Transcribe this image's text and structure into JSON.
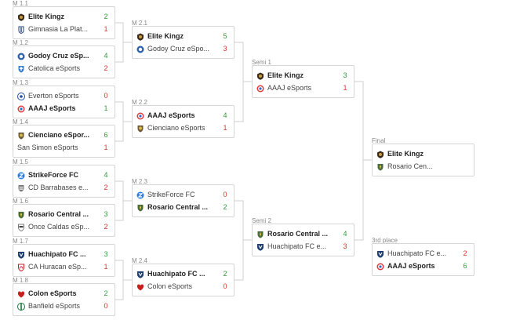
{
  "colors": {
    "win": "#2e9d3a",
    "loss": "#d9342b",
    "line": "#cfcfcf",
    "border": "#d6d6d6"
  },
  "matches": {
    "m11": {
      "label": "M 1.1",
      "teams": [
        {
          "name": "Elite Kingz",
          "score": "2",
          "icon": "lion-crest-icon"
        },
        {
          "name": "Gimnasia La Plat...",
          "score": "1",
          "icon": "gimnasia-icon"
        }
      ]
    },
    "m12": {
      "label": "M 1.2",
      "teams": [
        {
          "name": "Godoy Cruz eSp...",
          "score": "4",
          "icon": "godoy-cruz-icon"
        },
        {
          "name": "Catolica eSports",
          "score": "2",
          "icon": "catolica-icon"
        }
      ]
    },
    "m13": {
      "label": "M 1.3",
      "teams": [
        {
          "name": "Everton eSports",
          "score": "0",
          "icon": "everton-icon"
        },
        {
          "name": "AAAJ eSports",
          "score": "1",
          "icon": "aaaj-icon"
        }
      ]
    },
    "m14": {
      "label": "M 1.4",
      "teams": [
        {
          "name": "Cienciano eSpor...",
          "score": "6",
          "icon": "cienciano-icon"
        },
        {
          "name": "San Simon eSports",
          "score": "1",
          "icon": ""
        }
      ]
    },
    "m15": {
      "label": "M 1.5",
      "teams": [
        {
          "name": "StrikeForce FC",
          "score": "4",
          "icon": "strikeforce-icon"
        },
        {
          "name": "CD Barrabases e...",
          "score": "2",
          "icon": "barrabases-icon"
        }
      ]
    },
    "m16": {
      "label": "M 1.6",
      "teams": [
        {
          "name": "Rosario Central ...",
          "score": "3",
          "icon": "rosario-icon"
        },
        {
          "name": "Once Caldas eSp...",
          "score": "2",
          "icon": "once-caldas-icon"
        }
      ]
    },
    "m17": {
      "label": "M 1.7",
      "teams": [
        {
          "name": "Huachipato FC ...",
          "score": "3",
          "icon": "huachipato-icon"
        },
        {
          "name": "CA Huracan eSp...",
          "score": "1",
          "icon": "huracan-icon"
        }
      ]
    },
    "m18": {
      "label": "M 1.8",
      "teams": [
        {
          "name": "Colon eSports",
          "score": "2",
          "icon": "colon-icon"
        },
        {
          "name": "Banfield eSports",
          "score": "0",
          "icon": "banfield-icon"
        }
      ]
    },
    "m21": {
      "label": "M 2.1",
      "teams": [
        {
          "name": "Elite Kingz",
          "score": "5",
          "icon": "lion-crest-icon"
        },
        {
          "name": "Godoy Cruz eSpo...",
          "score": "3",
          "icon": "godoy-cruz-icon"
        }
      ]
    },
    "m22": {
      "label": "M 2.2",
      "teams": [
        {
          "name": "AAAJ eSports",
          "score": "4",
          "icon": "aaaj-icon"
        },
        {
          "name": "Cienciano eSports",
          "score": "1",
          "icon": "cienciano-icon"
        }
      ]
    },
    "m23": {
      "label": "M 2.3",
      "teams": [
        {
          "name": "StrikeForce FC",
          "score": "0",
          "icon": "strikeforce-icon"
        },
        {
          "name": "Rosario Central ...",
          "score": "2",
          "icon": "rosario-icon"
        }
      ]
    },
    "m24": {
      "label": "M 2.4",
      "teams": [
        {
          "name": "Huachipato FC ...",
          "score": "2",
          "icon": "huachipato-icon"
        },
        {
          "name": "Colon eSports",
          "score": "0",
          "icon": "colon-icon"
        }
      ]
    },
    "semi1": {
      "label": "Semi 1",
      "teams": [
        {
          "name": "Elite Kingz",
          "score": "3",
          "icon": "lion-crest-icon"
        },
        {
          "name": "AAAJ eSports",
          "score": "1",
          "icon": "aaaj-icon"
        }
      ]
    },
    "semi2": {
      "label": "Semi 2",
      "teams": [
        {
          "name": "Rosario Central ...",
          "score": "4",
          "icon": "rosario-icon"
        },
        {
          "name": "Huachipato FC e...",
          "score": "3",
          "icon": "huachipato-icon"
        }
      ]
    },
    "final": {
      "label": "Final",
      "teams": [
        {
          "name": "Elite Kingz",
          "score": "",
          "icon": "lion-crest-icon"
        },
        {
          "name": "Rosario Cen...",
          "score": "",
          "icon": "rosario-icon"
        }
      ]
    },
    "third": {
      "label": "3rd place",
      "teams": [
        {
          "name": "Huachipato FC e...",
          "score": "2",
          "icon": "huachipato-icon"
        },
        {
          "name": "AAAJ eSports",
          "score": "6",
          "icon": "aaaj-icon"
        }
      ]
    }
  }
}
